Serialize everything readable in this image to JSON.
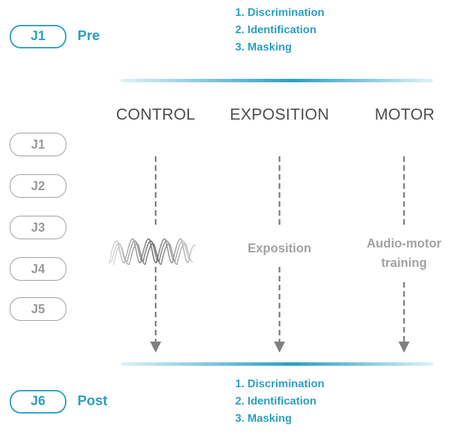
{
  "pre": {
    "day": "J1",
    "label": "Pre",
    "tasks": [
      "1. Discrimination",
      "2. Identification",
      "3. Masking"
    ]
  },
  "post": {
    "day": "J6",
    "label": "Post",
    "tasks": [
      "1. Discrimination",
      "2. Identification",
      "3. Masking"
    ]
  },
  "training_days": [
    "J1",
    "J2",
    "J3",
    "J4",
    "J5"
  ],
  "groups": [
    {
      "name": "CONTROL",
      "description": ""
    },
    {
      "name": "EXPOSITION",
      "description": "Exposition"
    },
    {
      "name": "MOTOR",
      "description": "Audio-motor training"
    }
  ],
  "colors": {
    "accent": "#2a9fc3",
    "muted": "#9a9a9a",
    "heading": "#4d4d4d",
    "arrow": "#808080"
  }
}
